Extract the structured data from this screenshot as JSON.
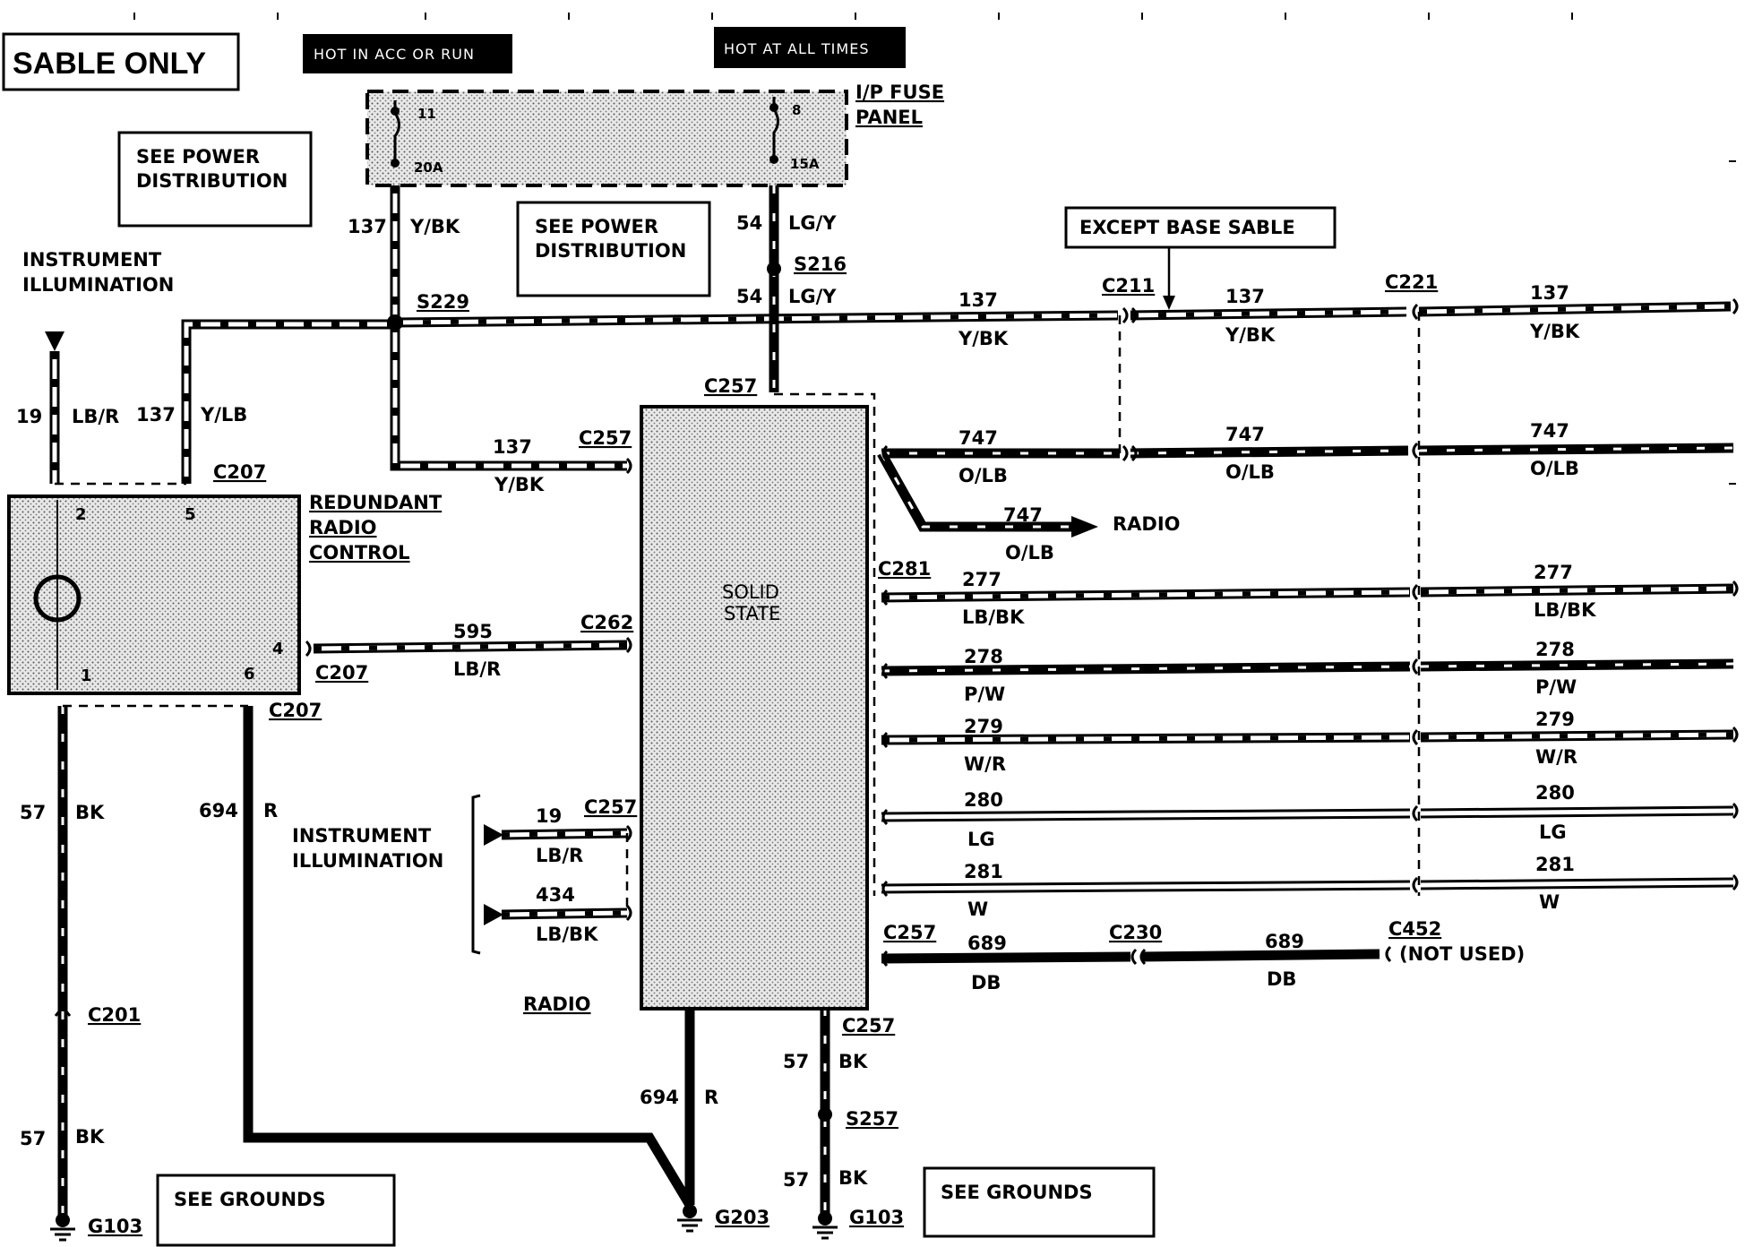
{
  "diagram": {
    "title": "SABLE ONLY",
    "headers": {
      "acc_run": "HOT IN ACC OR RUN",
      "all_times": "HOT AT ALL TIMES"
    },
    "fuse_panel": {
      "label_line1": "I/P FUSE",
      "label_line2": "PANEL",
      "fuse_left_num": "11",
      "fuse_left_amp": "20A",
      "fuse_right_num": "8",
      "fuse_right_amp": "15A"
    },
    "notes": {
      "see_power_1_line1": "SEE POWER",
      "see_power_1_line2": "DISTRIBUTION",
      "see_power_2_line1": "SEE POWER",
      "see_power_2_line2": "DISTRIBUTION",
      "except_base": "EXCEPT BASE SABLE",
      "see_grounds_1": "SEE GROUNDS",
      "see_grounds_2": "SEE GROUNDS"
    },
    "components": {
      "redundant_line1": "REDUNDANT",
      "redundant_line2": "RADIO",
      "redundant_line3": "CONTROL",
      "solid_state_line1": "SOLID",
      "solid_state_line2": "STATE",
      "radio_under": "RADIO",
      "radio_arrow": "RADIO",
      "not_used": "(NOT USED)",
      "instr_illum_top_line1": "INSTRUMENT",
      "instr_illum_top_line2": "ILLUMINATION",
      "instr_illum_mid_line1": "INSTRUMENT",
      "instr_illum_mid_line2": "ILLUMINATION"
    },
    "pins": {
      "p2": "2",
      "p5": "5",
      "p4": "4",
      "p1": "1",
      "p6": "6"
    },
    "connectors": {
      "c207a": "C207",
      "c207b": "C207",
      "c207c": "C207",
      "c257_top": "C257",
      "c257_left": "C257",
      "c257_illum": "C257",
      "c257_bottom": "C257",
      "c257_689": "C257",
      "c262": "C262",
      "c211": "C211",
      "c221": "C221",
      "c281": "C281",
      "c230": "C230",
      "c452": "C452",
      "c201": "C201",
      "s229": "S229",
      "s216": "S216",
      "s257": "S257",
      "g103a": "G103",
      "g103b": "G103",
      "g203": "G203"
    },
    "circuits": {
      "w137_v_num": "137",
      "w137_v_col": "Y/BK",
      "w54_top_num": "54",
      "w54_top_col": "LG/Y",
      "w54_bot_num": "54",
      "w54_bot_col": "LG/Y",
      "w137_h1_num": "137",
      "w137_h1_col": "Y/BK",
      "w137_h2_num": "137",
      "w137_h2_col": "Y/BK",
      "w137_h3_num": "137",
      "w137_h3_col": "Y/BK",
      "w137_left_num": "137",
      "w137_left_col": "Y/BK",
      "w19_top_num": "19",
      "w19_top_col": "LB/R",
      "w137_ylb_num": "137",
      "w137_ylb_col": "Y/LB",
      "w747_1_num": "747",
      "w747_1_col": "O/LB",
      "w747_2_num": "747",
      "w747_2_col": "O/LB",
      "w747_3_num": "747",
      "w747_3_col": "O/LB",
      "w747_r_num": "747",
      "w747_r_col": "O/LB",
      "w595_num": "595",
      "w595_col": "LB/R",
      "w277_1_num": "277",
      "w277_1_col": "LB/BK",
      "w277_2_num": "277",
      "w277_2_col": "LB/BK",
      "w278_1_num": "278",
      "w278_1_col": "P/W",
      "w278_2_num": "278",
      "w278_2_col": "P/W",
      "w279_1_num": "279",
      "w279_1_col": "W/R",
      "w279_2_num": "279",
      "w279_2_col": "W/R",
      "w280_1_num": "280",
      "w280_1_col": "LG",
      "w280_2_num": "280",
      "w280_2_col": "LG",
      "w281_1_num": "281",
      "w281_1_col": "W",
      "w281_2_num": "281",
      "w281_2_col": "W",
      "w689_1_num": "689",
      "w689_1_col": "DB",
      "w689_2_num": "689",
      "w689_2_col": "DB",
      "w19_mid_num": "19",
      "w19_mid_col": "LB/R",
      "w434_num": "434",
      "w434_col": "LB/BK",
      "w57_a_num": "57",
      "w57_a_col": "BK",
      "w57_b_num": "57",
      "w57_b_col": "BK",
      "w57_c_num": "57",
      "w57_c_col": "BK",
      "w57_d_num": "57",
      "w57_d_col": "BK",
      "w694_a_num": "694",
      "w694_a_col": "R",
      "w694_b_num": "694",
      "w694_b_col": "R"
    }
  }
}
